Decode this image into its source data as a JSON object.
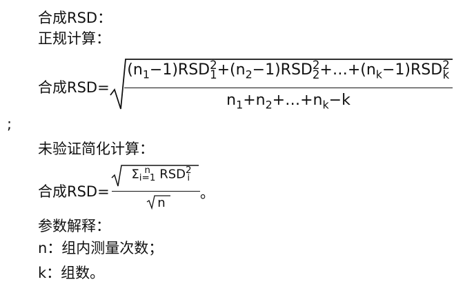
{
  "title": "合成RSD：",
  "method1_label": "正规计算：",
  "lhs": "合成RSD=",
  "formula1": {
    "num": {
      "open": "(n",
      "t1_sub": "1",
      "t1_mid": "−1)RSD",
      "t1_sup": "2",
      "t1_sup_sub": "1",
      "plus_open": "+(n",
      "t2_sub": "2",
      "t2_mid": "−1)RSD",
      "t2_sup": "2",
      "t2_sup_sub": "2",
      "ellipsis": "+…+(n",
      "tk_sub": "k",
      "tk_mid": "−1)RSD",
      "tk_sup": "2",
      "tk_sup_sub": "k"
    },
    "den": {
      "n": "n",
      "s1": "1",
      "plus1": "+n",
      "s2": "2",
      "plus_dots": "+…+n",
      "sk": "k",
      "tail": "−k"
    }
  },
  "separator": ";",
  "method2_label": "未验证简化计算：",
  "formula2": {
    "sigma": "Σ",
    "upper": "n",
    "lower": "i=1",
    "rsd": "RSD",
    "sup": "2",
    "sub": "i",
    "den": "n",
    "end": "。"
  },
  "params_label": "参数解释：",
  "param_n": "n：组内测量次数；",
  "param_k": "k：组数。"
}
